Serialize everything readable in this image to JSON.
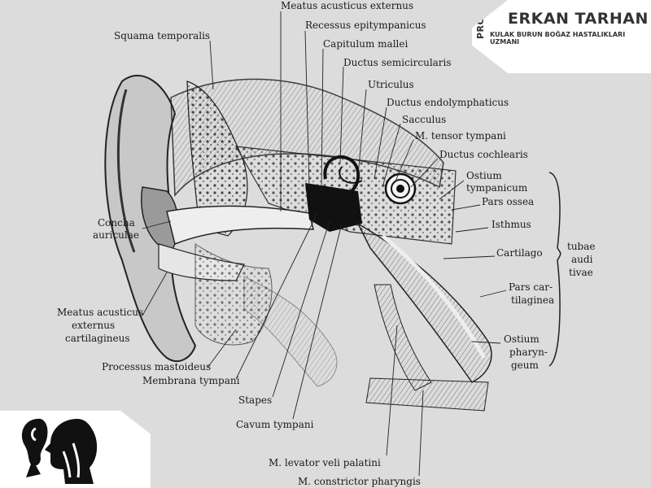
{
  "labels": {
    "meatus_acusticus_externus": "Meatus acusticus externus",
    "recessus_epitympanicus": "Recessus epitympanicus",
    "squama_temporalis": "Squama temporalis",
    "capitulum_mallei": "Capitulum mallei",
    "ductus_semicircularis": "Ductus semicircularis",
    "utriculus": "Utriculus",
    "ductus_endolymphaticus": "Ductus endolymphaticus",
    "sacculus": "Sacculus",
    "m_tensor_tympani": "M. tensor tympani",
    "ductus_cochlearis": "Ductus cochlearis",
    "ostium_tympanicum_1": "Ostium",
    "ostium_tympanicum_2": "tympanicum",
    "pars_ossea": "Pars ossea",
    "isthmus": "Isthmus",
    "cartilago": "Cartilago",
    "pars_cartilaginea_1": "Pars car-",
    "pars_cartilaginea_2": "tilaginea",
    "ostium_pharyngeum_1": "Ostium",
    "ostium_pharyngeum_2": "pharyn-",
    "ostium_pharyngeum_3": "geum",
    "tubae_1": "tubae",
    "tubae_2": "audi",
    "tubae_3": "tivae",
    "concha_1": "Concha",
    "concha_2": "auriculae",
    "meatus_cart_1": "Meatus acusticus",
    "meatus_cart_2": "externus",
    "meatus_cart_3": "cartilagineus",
    "processus_mastoideus": "Processus mastoideus",
    "membrana_tympani": "Membrana tympani",
    "stapes": "Stapes",
    "cavum_tympani": "Cavum tympani",
    "m_levator": "M. levator veli palatini",
    "m_constrictor": "M. constrictor pharyngis"
  },
  "brand": {
    "prefix": "PROF.DR.",
    "name": "ERKAN TARHAN",
    "subtitle": "KULAK BURUN BOĞAZ HASTALIKLARI UZMANI"
  },
  "colors": {
    "background": "#dcdcdc",
    "ink": "#1a1a1a",
    "brand_text": "#333333",
    "panel": "#ffffff"
  },
  "icons": [
    "ear-icon",
    "head-profile-icon",
    "nose-icon"
  ]
}
